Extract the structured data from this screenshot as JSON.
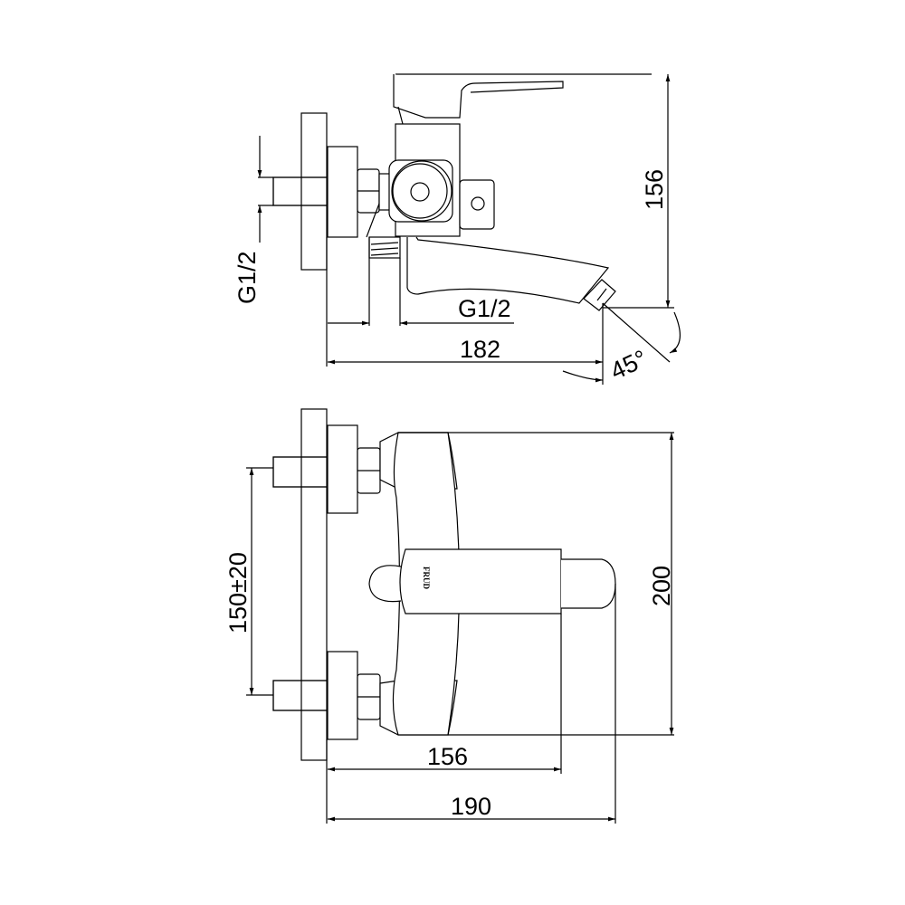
{
  "top_view": {
    "dims": {
      "inlet_thread": "G1/2",
      "outlet_thread": "G1/2",
      "depth": "182",
      "height": "156",
      "spout_angle": "45°"
    }
  },
  "front_view": {
    "dims": {
      "centers": "150±20",
      "height": "200",
      "handle_depth": "156",
      "depth": "190"
    },
    "logo_text": "FRUD"
  },
  "colors": {
    "line": "#000000",
    "background": "#ffffff"
  }
}
